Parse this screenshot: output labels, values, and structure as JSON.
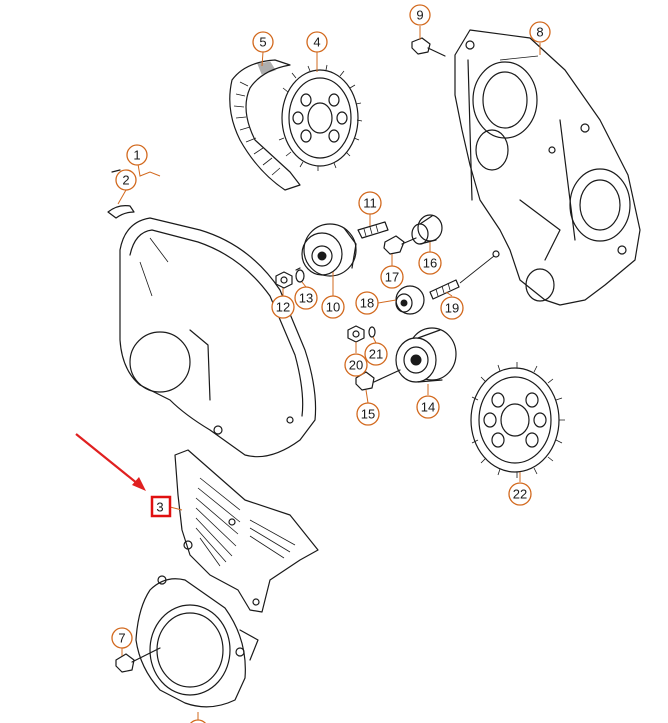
{
  "callouts": [
    {
      "id": "1",
      "label": "1"
    },
    {
      "id": "2",
      "label": "2"
    },
    {
      "id": "3",
      "label": "3",
      "highlighted": true
    },
    {
      "id": "4",
      "label": "4"
    },
    {
      "id": "5",
      "label": "5"
    },
    {
      "id": "7",
      "label": "7"
    },
    {
      "id": "8",
      "label": "8"
    },
    {
      "id": "9",
      "label": "9"
    },
    {
      "id": "10",
      "label": "10"
    },
    {
      "id": "11",
      "label": "11"
    },
    {
      "id": "12",
      "label": "12"
    },
    {
      "id": "13",
      "label": "13"
    },
    {
      "id": "14",
      "label": "14"
    },
    {
      "id": "15",
      "label": "15"
    },
    {
      "id": "16",
      "label": "16"
    },
    {
      "id": "17",
      "label": "17"
    },
    {
      "id": "18",
      "label": "18"
    },
    {
      "id": "19",
      "label": "19"
    },
    {
      "id": "20",
      "label": "20"
    },
    {
      "id": "21",
      "label": "21"
    },
    {
      "id": "22",
      "label": "22"
    }
  ],
  "colors": {
    "callout_ring": "#d2691e",
    "highlight": "#e01010",
    "line_art": "#1a1a1a",
    "background": "#ffffff"
  }
}
